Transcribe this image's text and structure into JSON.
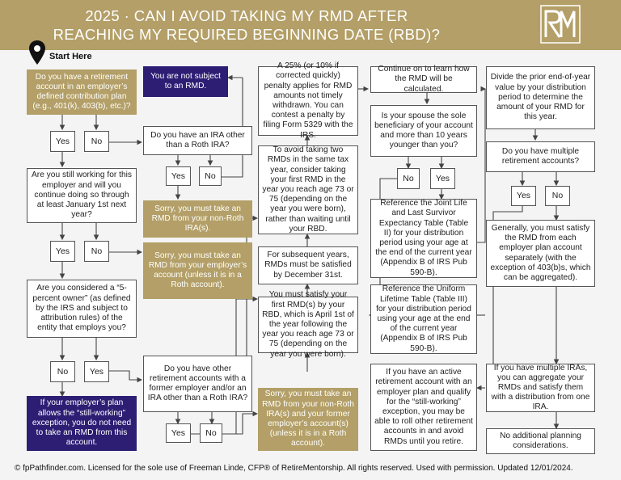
{
  "header": {
    "title_line1": "2025 · CAN I AVOID TAKING MY RMD AFTER",
    "title_line2": "REACHING MY REQUIRED BEGINNING DATE (RBD)?",
    "logo": "RM"
  },
  "start_label": "Start Here",
  "nodes": {
    "q_dc_plan": "Do you have a retirement account in an employer’s defined contribution plan (e.g., 401(k), 403(b), etc.)?",
    "q_ira": "Do you have an IRA other than a Roth IRA?",
    "not_subject": "You are not subject to an RMD.",
    "q_still_working": "Are you still working for this employer and will you continue doing so through at least January 1st next year?",
    "sorry_ira": "Sorry, you must take an RMD from your non-Roth IRA(s).",
    "sorry_employer": "Sorry, you must take an RMD from your employer’s account (unless it is in a Roth account).",
    "q_5pct": "Are you considered a “5-percent owner” (as defined by the IRS and subject to attribution rules) of the entity that employs you?",
    "q_other_accounts": "Do you have other retirement accounts with a former employer and/or an IRA other than a Roth IRA?",
    "still_working_exception": "If your employer’s plan allows the “still-working” exception, you do not need to take an RMD from this account.",
    "penalty": "A 25% (or 10% if corrected quickly) penalty applies for RMD amounts not timely withdrawn. You can contest a penalty by filing Form 5329 with the IRS.",
    "avoid_two": "To avoid taking two RMDs in the same tax year, consider taking your first RMD in the year you reach age 73 or 75 (depending on the year you were born), rather than waiting until your RBD.",
    "subsequent": "For subsequent years, RMDs must be satisfied by December 31st.",
    "first_rmd": "You must satisfy your first RMD(s) by your RBD, which is April 1st of the year following the year you reach age 73 or 75 (depending on the year you were born).",
    "sorry_both": "Sorry, you must take an RMD from your non-Roth IRA(s) and your former employer’s account(s) (unless it is in a Roth account).",
    "continue": "Continue on to learn how the RMD will be calculated.",
    "q_spouse": "Is your spouse the sole beneficiary of your account and more than 10 years younger than you?",
    "joint_table": "Reference the Joint Life and Last Survivor Expectancy Table (Table II) for your distribution period using your age at the end of the current year (Appendix B of IRS Pub 590-B).",
    "uniform_table": "Reference the Uniform Lifetime Table (Table III) for your distribution period using your age at the end of the current year (Appendix B of IRS Pub 590-B).",
    "roll_in": "If you have an active retirement account with an employer plan and qualify for the “still-working” exception, you may be able to roll other retirement accounts in and avoid RMDs until you retire.",
    "divide": "Divide the prior end-of-year value by your distribution period to determine the amount of your RMD for this year.",
    "q_multiple": "Do you have multiple retirement accounts?",
    "generally": "Generally, you must satisfy the RMD from each employer plan account separately (with the exception of 403(b)s, which can be aggregated).",
    "multiple_iras": "If you have multiple IRAs, you can aggregate your RMDs and satisfy them with a distribution from one IRA.",
    "no_additional": "No additional planning considerations."
  },
  "answers": {
    "yes": "Yes",
    "no": "No"
  },
  "footer": "© fpPathfinder.com. Licensed for the sole use of Freeman Linde, CFP® of RetireMentorship. All rights reserved. Used with permission. Updated 12/01/2024.",
  "colors": {
    "gold": "#b39f67",
    "navy": "#2d1e74",
    "background": "#f4f4f4",
    "border": "#555555"
  }
}
